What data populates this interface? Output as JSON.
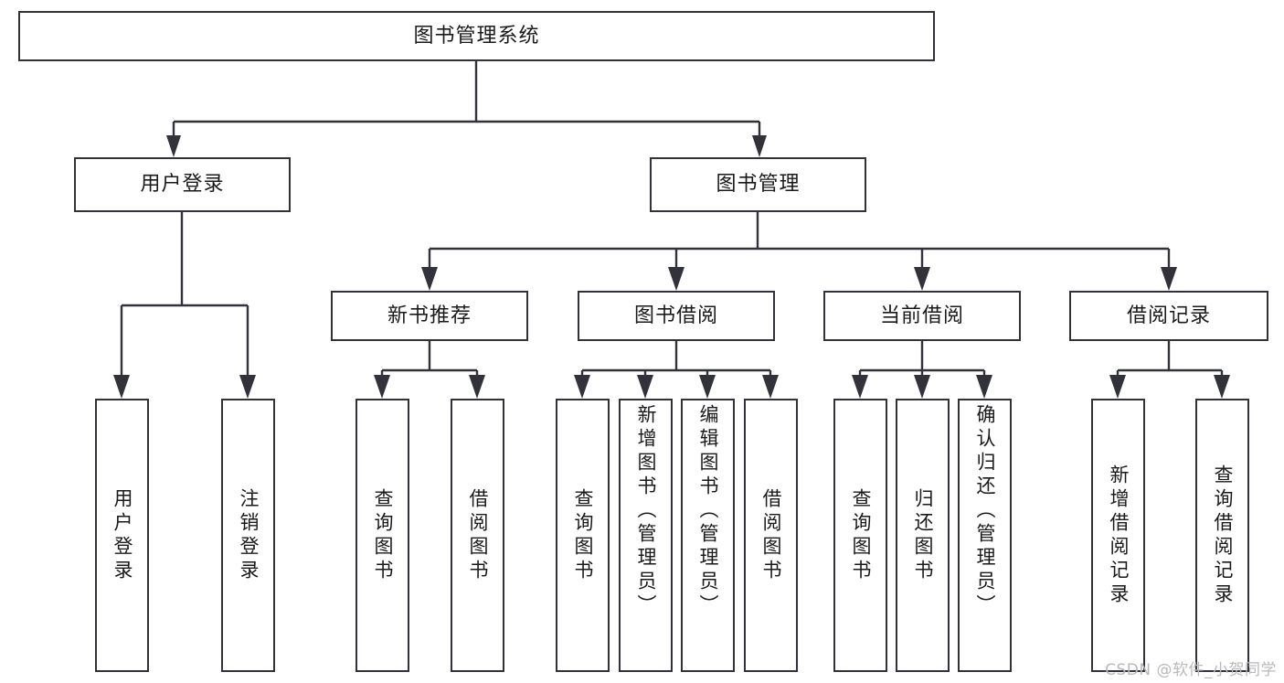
{
  "diagram": {
    "title": "图书管理系统",
    "type": "tree-hierarchy",
    "root": {
      "id": "root",
      "label": "图书管理系统"
    },
    "level2": [
      {
        "id": "user-login",
        "label": "用户登录"
      },
      {
        "id": "book-management",
        "label": "图书管理"
      }
    ],
    "level3": [
      {
        "id": "new-book-recommend",
        "label": "新书推荐",
        "parent": "book-management"
      },
      {
        "id": "book-borrow",
        "label": "图书借阅",
        "parent": "book-management"
      },
      {
        "id": "current-borrow",
        "label": "当前借阅",
        "parent": "book-management"
      },
      {
        "id": "borrow-record",
        "label": "借阅记录",
        "parent": "book-management"
      }
    ],
    "leaves": [
      {
        "id": "leaf-user-login",
        "label": "用户登录",
        "parent": "user-login"
      },
      {
        "id": "leaf-user-logout",
        "label": "注销登录",
        "parent": "user-login"
      },
      {
        "id": "leaf-query-book-1",
        "label": "查询图书",
        "parent": "new-book-recommend"
      },
      {
        "id": "leaf-borrow-book-1",
        "label": "借阅图书",
        "parent": "new-book-recommend"
      },
      {
        "id": "leaf-query-book-2",
        "label": "查询图书",
        "parent": "book-borrow"
      },
      {
        "id": "leaf-add-book",
        "label": "新增图书（管理员）",
        "parent": "book-borrow"
      },
      {
        "id": "leaf-edit-book",
        "label": "编辑图书（管理员）",
        "parent": "book-borrow"
      },
      {
        "id": "leaf-borrow-book-2",
        "label": "借阅图书",
        "parent": "book-borrow"
      },
      {
        "id": "leaf-query-book-3",
        "label": "查询图书",
        "parent": "current-borrow"
      },
      {
        "id": "leaf-return-book",
        "label": "归还图书",
        "parent": "current-borrow"
      },
      {
        "id": "leaf-confirm-return",
        "label": "确认归还（管理员）",
        "parent": "current-borrow"
      },
      {
        "id": "leaf-add-record",
        "label": "新增借阅记录",
        "parent": "borrow-record"
      },
      {
        "id": "leaf-query-record",
        "label": "查询借阅记录",
        "parent": "borrow-record"
      }
    ],
    "colors": {
      "stroke": "#32323a",
      "text": "#1a1a1a",
      "background": "#ffffff",
      "watermark": "#b9b9b9"
    }
  },
  "watermark": {
    "text": "CSDN @软件_小贺同学"
  }
}
